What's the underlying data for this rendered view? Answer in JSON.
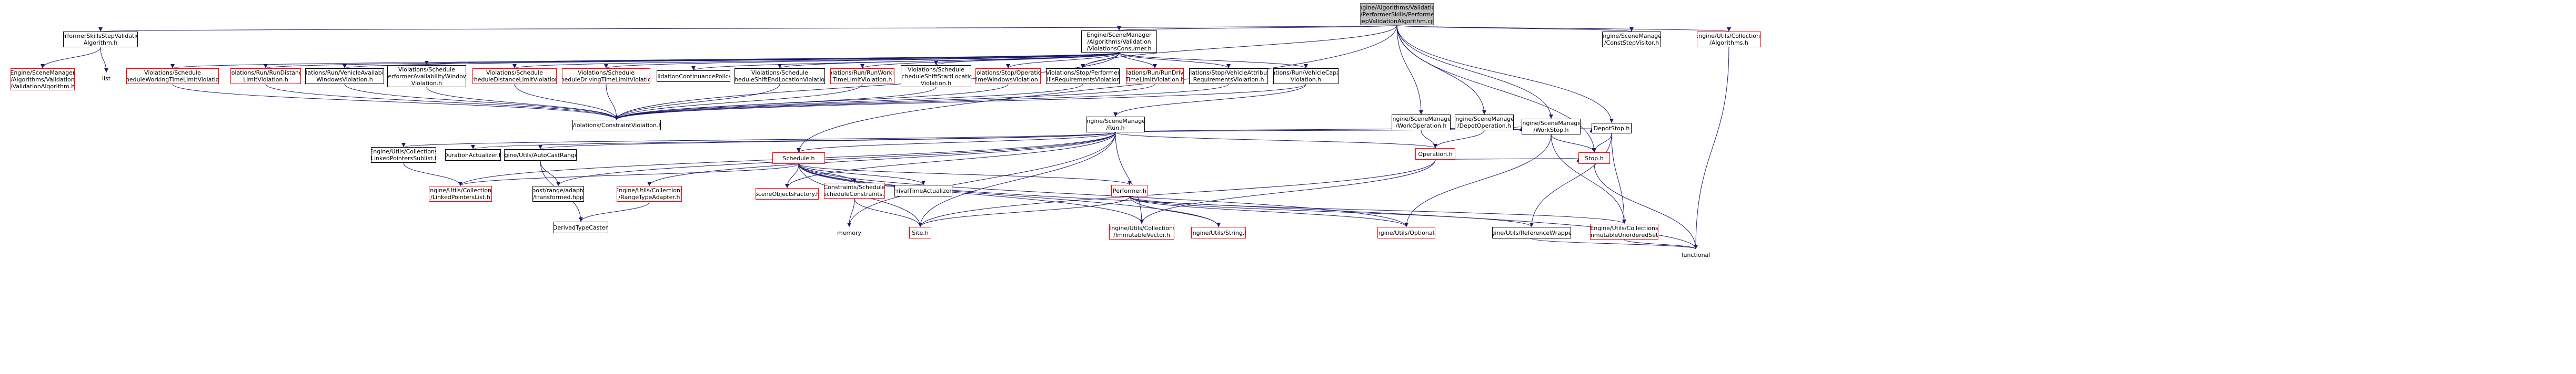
{
  "graph": {
    "colors": {
      "edge": "#191970",
      "node_border": "#000000",
      "missing_border": "#ff0000",
      "root_fill": "#bfbfbf"
    },
    "nodes": [
      {
        "id": "root",
        "label": "Engine/Algorithms/Validation\n/Steps/PerformerSkills/PerformerSkills\nStepValidationAlgorithm.cpp",
        "style": "grey"
      },
      {
        "id": "psva",
        "label": "PerformerSkillsStepValidation\nAlgorithm.h",
        "style": "normal"
      },
      {
        "id": "sm_vc",
        "label": "Engine/SceneManager\n/Algorithms/Validation\n/ViolationsConsumer.h",
        "style": "normal"
      },
      {
        "id": "constStep",
        "label": "Engine/SceneManager\n/ConstStepVisitor.h",
        "style": "normal"
      },
      {
        "id": "collAlg",
        "label": "Engine/Utils/Collections\n/Algorithms.h",
        "style": "red"
      },
      {
        "id": "sm_va",
        "label": "Engine/SceneManager\n/Algorithms/Validation\n/ValidationAlgorithm.h",
        "style": "red"
      },
      {
        "id": "list",
        "label": "list",
        "style": "plain"
      },
      {
        "id": "v_swtl",
        "label": "Violations/Schedule\n/ScheduleWorkingTimeLimitViolation.h",
        "style": "red"
      },
      {
        "id": "v_rrdl",
        "label": "Violations/Run/RunDistance\nLimitViolation.h",
        "style": "red"
      },
      {
        "id": "v_rva",
        "label": "Violations/Run/VehicleAvailability\nWindowsViolation.h",
        "style": "normal"
      },
      {
        "id": "v_spaw",
        "label": "Violations/Schedule\n/PerformerAvailabilityWindows\nViolation.h",
        "style": "normal"
      },
      {
        "id": "v_sdl",
        "label": "Violations/Schedule\n/ScheduleDistanceLimitViolation.h",
        "style": "red"
      },
      {
        "id": "v_sdtl",
        "label": "Violations/Schedule\n/ScheduleDrivingTimeLimitViolation.h",
        "style": "red"
      },
      {
        "id": "v_vcp",
        "label": "ValidationContinuancePolicy.h",
        "style": "normal"
      },
      {
        "id": "v_ssel",
        "label": "Violations/Schedule\n/ScheduleShiftEndLocationViolation.h",
        "style": "normal"
      },
      {
        "id": "v_rrwtl",
        "label": "Violations/Run/RunWorking\nTimeLimitViolation.h",
        "style": "red"
      },
      {
        "id": "v_sssl",
        "label": "Violations/Schedule\n/ScheduleShiftStartLocation\nViolation.h",
        "style": "normal"
      },
      {
        "id": "v_sotw",
        "label": "Violations/Stop/Operation\nTimeWindowsViolation.h",
        "style": "red"
      },
      {
        "id": "v_sps",
        "label": "Violations/Stop/Performer\nSkillsRequirementsViolation.h",
        "style": "normal"
      },
      {
        "id": "v_rdtl",
        "label": "Violations/Run/RunDriving\nTimeLimitViolation.h",
        "style": "red"
      },
      {
        "id": "v_svar",
        "label": "Violations/Stop/VehicleAttributes\nRequirementsViolation.h",
        "style": "normal"
      },
      {
        "id": "v_rvc",
        "label": "Violations/Run/VehicleCapacity\nViolation.h",
        "style": "normal"
      },
      {
        "id": "cv",
        "label": "Violations/ConstraintViolation.h",
        "style": "normal"
      },
      {
        "id": "run",
        "label": "Engine/SceneManager\n/Run.h",
        "style": "normal"
      },
      {
        "id": "workop",
        "label": "Engine/SceneManager\n/WorkOperation.h",
        "style": "normal"
      },
      {
        "id": "depotop",
        "label": "Engine/SceneManager\n/DepotOperation.h",
        "style": "normal"
      },
      {
        "id": "workstop",
        "label": "Engine/SceneManager\n/WorkStop.h",
        "style": "normal"
      },
      {
        "id": "depotstop",
        "label": "DepotStop.h",
        "style": "normal"
      },
      {
        "id": "lpsl",
        "label": "Engine/Utils/Collections\n/LinkedPointersSublist.h",
        "style": "normal"
      },
      {
        "id": "dur",
        "label": "DurationActualizer.h",
        "style": "normal"
      },
      {
        "id": "autorange",
        "label": "Engine/Utils/AutoCastRange.h",
        "style": "normal"
      },
      {
        "id": "schedule",
        "label": "Schedule.h",
        "style": "red"
      },
      {
        "id": "operation",
        "label": "Operation.h",
        "style": "red"
      },
      {
        "id": "stop",
        "label": "Stop.h",
        "style": "red"
      },
      {
        "id": "lpl",
        "label": "Engine/Utils/Collections\n/LinkedPointersList.h",
        "style": "red"
      },
      {
        "id": "boost",
        "label": "boost/range/adaptor\n/transformed.hpp",
        "style": "normal"
      },
      {
        "id": "rta",
        "label": "Engine/Utils/Collections\n/RangeTypeAdapter.h",
        "style": "red"
      },
      {
        "id": "sof",
        "label": "SceneObjectsFactory.h",
        "style": "red"
      },
      {
        "id": "csched",
        "label": "Constraints/Schedule\n/ScheduleConstraints.h",
        "style": "red"
      },
      {
        "id": "arrival",
        "label": "ArrivalTimeActualizer.h",
        "style": "normal"
      },
      {
        "id": "performer",
        "label": "Performer.h",
        "style": "red"
      },
      {
        "id": "derived",
        "label": "::DerivedTypeCaster.h",
        "style": "normal"
      },
      {
        "id": "memory",
        "label": "memory",
        "style": "plain"
      },
      {
        "id": "site",
        "label": "Site.h",
        "style": "red"
      },
      {
        "id": "immvec",
        "label": "Engine/Utils/Collections\n/ImmutableVector.h",
        "style": "red"
      },
      {
        "id": "ustring",
        "label": "Engine/Utils/String.h",
        "style": "red"
      },
      {
        "id": "optional",
        "label": "Engine/Utils/Optional.h",
        "style": "red"
      },
      {
        "id": "refwrap",
        "label": "Engine/Utils/ReferenceWrapper.h",
        "style": "normal"
      },
      {
        "id": "immset",
        "label": "Engine/Utils/Collections\n/ImmutableUnorderedSet.h",
        "style": "red"
      },
      {
        "id": "functional",
        "label": "functional",
        "style": "plain"
      }
    ],
    "edges": [
      [
        "root",
        "psva"
      ],
      [
        "root",
        "sm_vc"
      ],
      [
        "root",
        "constStep"
      ],
      [
        "root",
        "collAlg"
      ],
      [
        "root",
        "schedule"
      ],
      [
        "root",
        "workop"
      ],
      [
        "root",
        "depotop"
      ],
      [
        "root",
        "workstop"
      ],
      [
        "root",
        "depotstop"
      ],
      [
        "root",
        "stop"
      ],
      [
        "root",
        "v_sps"
      ],
      [
        "psva",
        "sm_va"
      ],
      [
        "psva",
        "list"
      ],
      [
        "sm_vc",
        "v_swtl"
      ],
      [
        "sm_vc",
        "v_rrdl"
      ],
      [
        "sm_vc",
        "v_rva"
      ],
      [
        "sm_vc",
        "v_spaw"
      ],
      [
        "sm_vc",
        "v_sdl"
      ],
      [
        "sm_vc",
        "v_sdtl"
      ],
      [
        "sm_vc",
        "v_vcp"
      ],
      [
        "sm_vc",
        "v_ssel"
      ],
      [
        "sm_vc",
        "v_rrwtl"
      ],
      [
        "sm_vc",
        "v_sssl"
      ],
      [
        "sm_vc",
        "v_sotw"
      ],
      [
        "sm_vc",
        "v_sps"
      ],
      [
        "sm_vc",
        "v_rdtl"
      ],
      [
        "sm_vc",
        "v_svar"
      ],
      [
        "sm_vc",
        "v_rvc"
      ],
      [
        "sm_vc",
        "cv"
      ],
      [
        "v_swtl",
        "cv"
      ],
      [
        "v_rrdl",
        "cv"
      ],
      [
        "v_rva",
        "cv"
      ],
      [
        "v_spaw",
        "cv"
      ],
      [
        "v_sdl",
        "cv"
      ],
      [
        "v_sdtl",
        "cv"
      ],
      [
        "v_ssel",
        "cv"
      ],
      [
        "v_rrwtl",
        "cv"
      ],
      [
        "v_sssl",
        "cv"
      ],
      [
        "v_sotw",
        "cv"
      ],
      [
        "v_sps",
        "cv"
      ],
      [
        "v_rdtl",
        "cv"
      ],
      [
        "v_svar",
        "cv"
      ],
      [
        "v_rvc",
        "cv"
      ],
      [
        "v_rvc",
        "run"
      ],
      [
        "collAlg",
        "functional"
      ],
      [
        "run",
        "lpsl"
      ],
      [
        "run",
        "dur"
      ],
      [
        "run",
        "autorange"
      ],
      [
        "run",
        "schedule"
      ],
      [
        "run",
        "lpl"
      ],
      [
        "run",
        "boost"
      ],
      [
        "run",
        "rta"
      ],
      [
        "run",
        "sof"
      ],
      [
        "run",
        "memory"
      ],
      [
        "run",
        "site"
      ],
      [
        "run",
        "immvec"
      ],
      [
        "run",
        "workstop"
      ],
      [
        "run",
        "depotstop"
      ],
      [
        "run",
        "operation"
      ],
      [
        "lpsl",
        "lpl"
      ],
      [
        "autorange",
        "boost"
      ],
      [
        "autorange",
        "derived"
      ],
      [
        "rta",
        "derived"
      ],
      [
        "schedule",
        "lpl"
      ],
      [
        "schedule",
        "sof"
      ],
      [
        "schedule",
        "csched"
      ],
      [
        "schedule",
        "arrival"
      ],
      [
        "schedule",
        "performer"
      ],
      [
        "schedule",
        "site"
      ],
      [
        "schedule",
        "immvec"
      ],
      [
        "schedule",
        "ustring"
      ],
      [
        "schedule",
        "optional"
      ],
      [
        "schedule",
        "functional"
      ],
      [
        "csched",
        "memory"
      ],
      [
        "csched",
        "site"
      ],
      [
        "workop",
        "operation"
      ],
      [
        "depotop",
        "operation"
      ],
      [
        "operation",
        "site"
      ],
      [
        "operation",
        "immvec"
      ],
      [
        "operation",
        "stop"
      ],
      [
        "workstop",
        "stop"
      ],
      [
        "workstop",
        "immset"
      ],
      [
        "workstop",
        "optional"
      ],
      [
        "depotstop",
        "stop"
      ],
      [
        "depotstop",
        "refwrap"
      ],
      [
        "depotstop",
        "immset"
      ],
      [
        "stop",
        "functional"
      ],
      [
        "performer",
        "site"
      ],
      [
        "performer",
        "ustring"
      ],
      [
        "performer",
        "optional"
      ],
      [
        "performer",
        "refwrap"
      ],
      [
        "performer",
        "immset"
      ],
      [
        "refwrap",
        "functional"
      ],
      [
        "immset",
        "functional"
      ]
    ]
  }
}
